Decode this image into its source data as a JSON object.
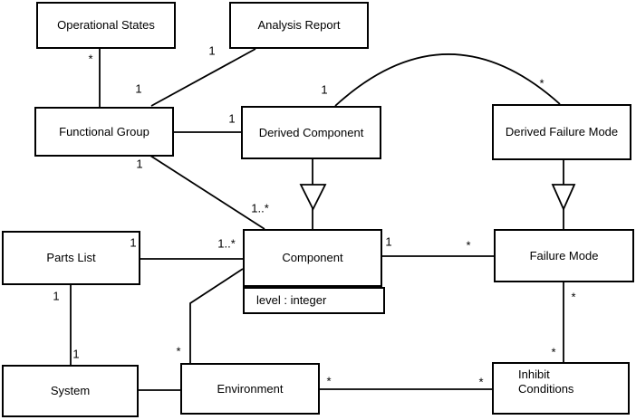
{
  "classes": {
    "operational_states": {
      "name": "Operational States"
    },
    "analysis_report": {
      "name": "Analysis Report"
    },
    "functional_group": {
      "name": "Functional Group"
    },
    "derived_component": {
      "name": "Derived Component"
    },
    "derived_failure_mode": {
      "name": "Derived Failure Mode"
    },
    "parts_list": {
      "name": "Parts List"
    },
    "component": {
      "name": "Component",
      "attribute": "level : integer"
    },
    "failure_mode": {
      "name": "Failure Mode"
    },
    "system": {
      "name": "System"
    },
    "environment": {
      "name": "Environment"
    },
    "inhibit_conditions": {
      "name": "Inhibit\nConditions"
    }
  },
  "associations": {
    "operational_states__functional_group": {
      "end_operational_states": "*",
      "end_functional_group": "1"
    },
    "analysis_report__functional_group": {
      "end_analysis_report": "1"
    },
    "derived_component__derived_failure_mode": {
      "end_derived_component": "1",
      "end_derived_failure_mode": "*"
    },
    "functional_group__derived_component": {
      "end_derived_component": "1"
    },
    "functional_group__component": {
      "end_functional_group": "1",
      "end_component": "1..*"
    },
    "parts_list__component": {
      "end_parts_list": "1",
      "end_component": "1..*"
    },
    "component__failure_mode": {
      "end_component": "1",
      "end_failure_mode": "*"
    },
    "parts_list__system": {
      "end_parts_list": "1",
      "end_system": "1"
    },
    "component__environment": {
      "end_environment": "*"
    },
    "environment__inhibit_conditions": {
      "end_environment": "*",
      "end_inhibit_conditions": "*"
    },
    "failure_mode__inhibit_conditions": {
      "end_failure_mode": "*",
      "end_inhibit_conditions": "*"
    }
  },
  "generalizations": [
    {
      "child": "Derived Component",
      "parent": "Component"
    },
    {
      "child": "Derived Failure Mode",
      "parent": "Failure Mode"
    }
  ],
  "colors": {
    "line": "#000000",
    "background": "#ffffff"
  }
}
